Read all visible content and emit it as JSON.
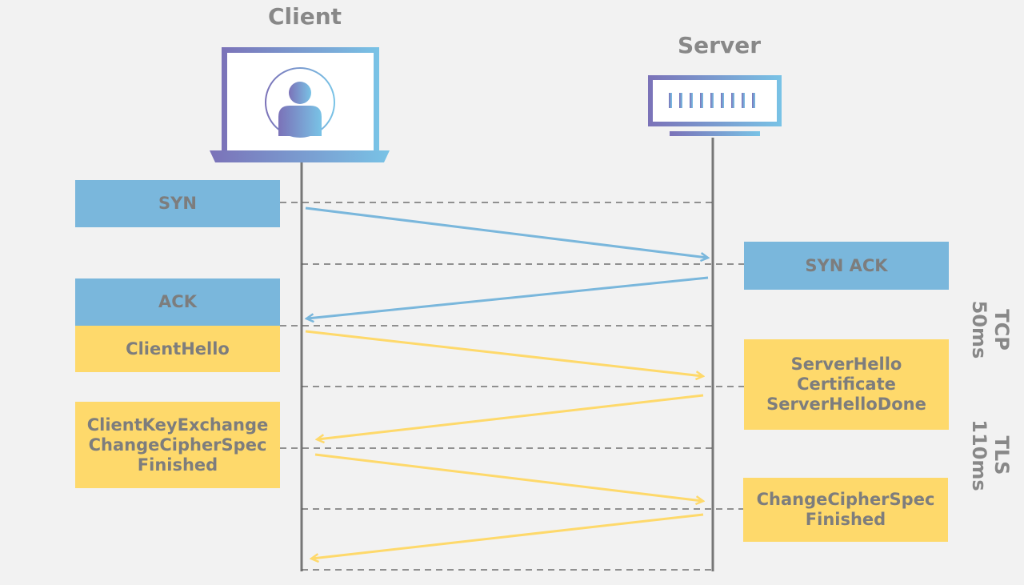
{
  "client": {
    "title": "Client"
  },
  "server": {
    "title": "Server"
  },
  "messages": {
    "syn": "SYN",
    "syn_ack": "SYN ACK",
    "ack": "ACK",
    "client_hello": "ClientHello",
    "server_hello": [
      "ServerHello",
      "Certificate",
      "ServerHelloDone"
    ],
    "client_key": [
      "ClientKeyExchange",
      "ChangeCipherSpec",
      "Finished"
    ],
    "server_finish": [
      "ChangeCipherSpec",
      "Finished"
    ]
  },
  "phases": {
    "tcp": [
      "TCP",
      "50ms"
    ],
    "tls": [
      "TLS",
      "110ms"
    ]
  },
  "colors": {
    "tcp": "#7ab7dc",
    "tls": "#fed96b",
    "device_gradient_start": "#7b72b8",
    "device_gradient_end": "#79c3e6",
    "timeline": "#777777"
  },
  "icons": {
    "client": "laptop-user-icon",
    "server": "server-icon"
  }
}
